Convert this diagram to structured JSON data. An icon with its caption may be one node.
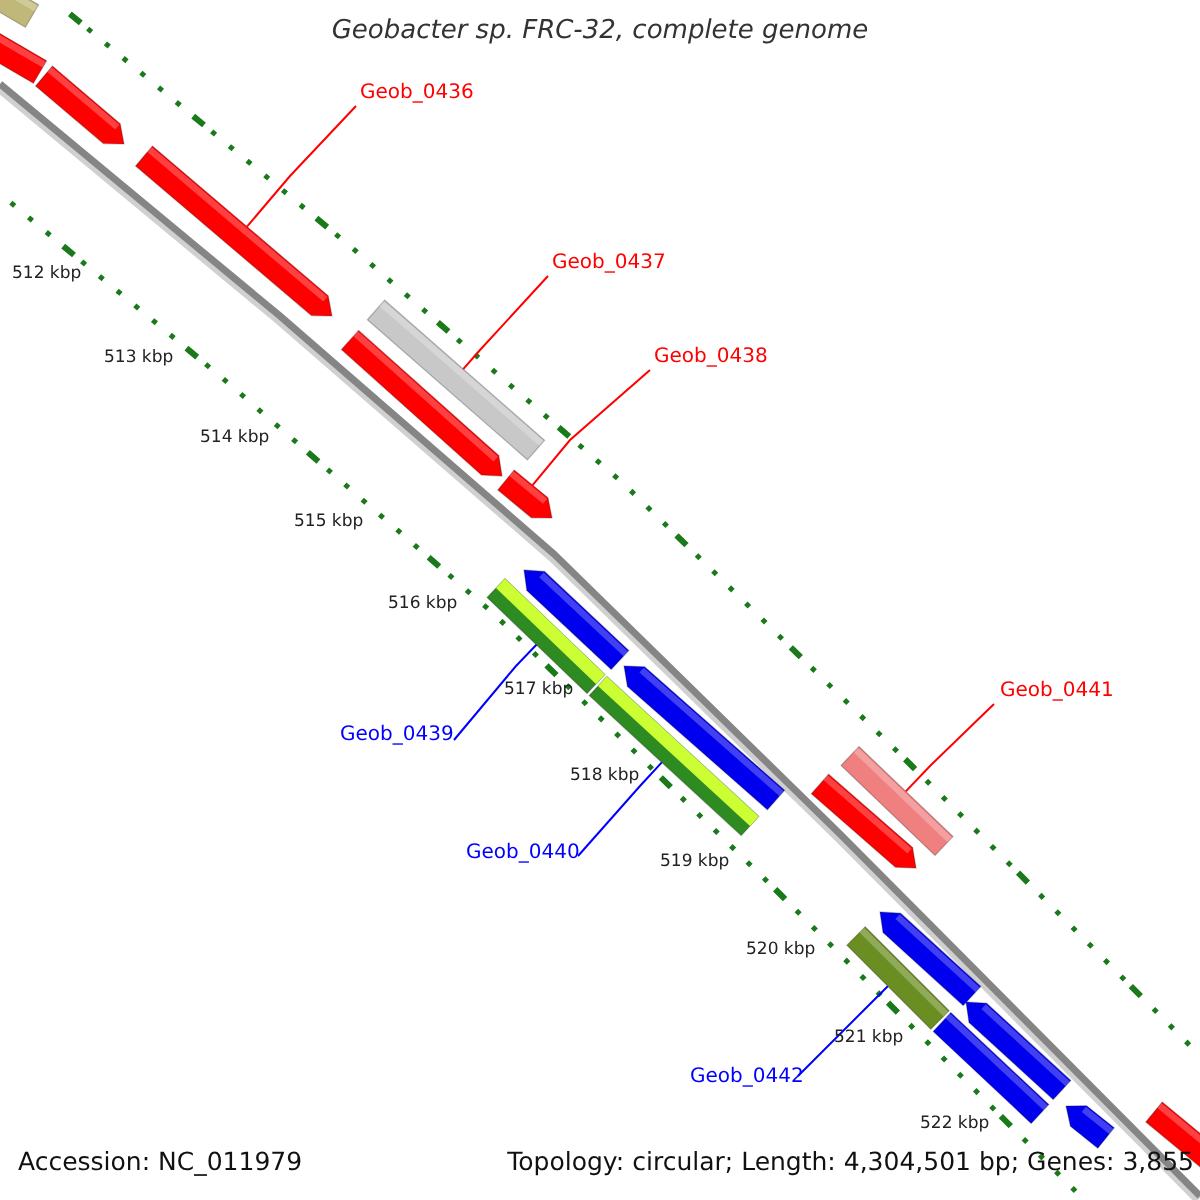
{
  "diagram": {
    "title": "Geobacter sp. FRC-32, complete genome",
    "nodes": [
      {
        "text": [
          "Geob_0436"
        ]
      },
      {
        "text": [
          "Geob_0437"
        ]
      },
      {
        "text": [
          "Geob_0438"
        ]
      },
      {
        "text": [
          "Geob_0441"
        ]
      },
      {
        "text": [
          "Geob_0439"
        ]
      },
      {
        "text": [
          "Geob_0440"
        ]
      },
      {
        "text": [
          "Geob_0442"
        ]
      },
      {
        "text": [],
        "shape": "bar"
      },
      {
        "text": [],
        "shape": "bar"
      },
      {
        "text": [],
        "shape": "pentagon"
      },
      {
        "text": [],
        "shape": "pentagon"
      },
      {
        "text": [],
        "shape": "bar"
      },
      {
        "text": [],
        "shape": "pentagon"
      },
      {
        "text": [],
        "shape": "pentagon"
      },
      {
        "text": [],
        "shape": "pentagon"
      },
      {
        "text": [],
        "shape": "bar"
      },
      {
        "text": [],
        "shape": "pentagon"
      },
      {
        "text": [],
        "shape": "bar"
      },
      {
        "text": [],
        "shape": "bar"
      },
      {
        "text": [],
        "shape": "pentagon"
      },
      {
        "text": [],
        "shape": "pentagon"
      },
      {
        "text": [],
        "shape": "bar"
      },
      {
        "text": [],
        "shape": "pentagon"
      },
      {
        "text": [],
        "shape": "bar"
      },
      {
        "text": [],
        "shape": "pentagon"
      },
      {
        "text": [],
        "shape": "bar"
      }
    ],
    "edges": [
      {
        "from": 0,
        "to": 10,
        "arrow": "none"
      },
      {
        "from": 1,
        "to": 11,
        "arrow": "none"
      },
      {
        "from": 2,
        "to": 13,
        "arrow": "none"
      },
      {
        "from": 3,
        "to": 18,
        "arrow": "none"
      },
      {
        "from": 4,
        "to": 15,
        "arrow": "none",
        "color": "#0000ff"
      },
      {
        "from": 5,
        "to": 17,
        "arrow": "none",
        "color": "#0000ff"
      },
      {
        "from": 6,
        "to": 21,
        "arrow": "none",
        "color": "#0000ff"
      }
    ],
    "labels": [
      "512 kbp",
      "513 kbp",
      "514 kbp",
      "515 kbp",
      "516 kbp",
      "517 kbp",
      "518 kbp",
      "519 kbp",
      "520 kbp",
      "521 kbp",
      "522 kbp",
      "Accession: NC_011979",
      "Topology: circular; Length: 4,304,501 bp; Genes: 3,855"
    ]
  }
}
